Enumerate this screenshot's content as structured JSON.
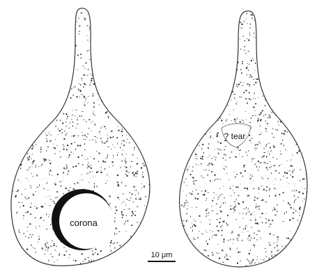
{
  "labels": {
    "corona": "corona",
    "tear": "? tear",
    "scale": "10 μm"
  }
}
